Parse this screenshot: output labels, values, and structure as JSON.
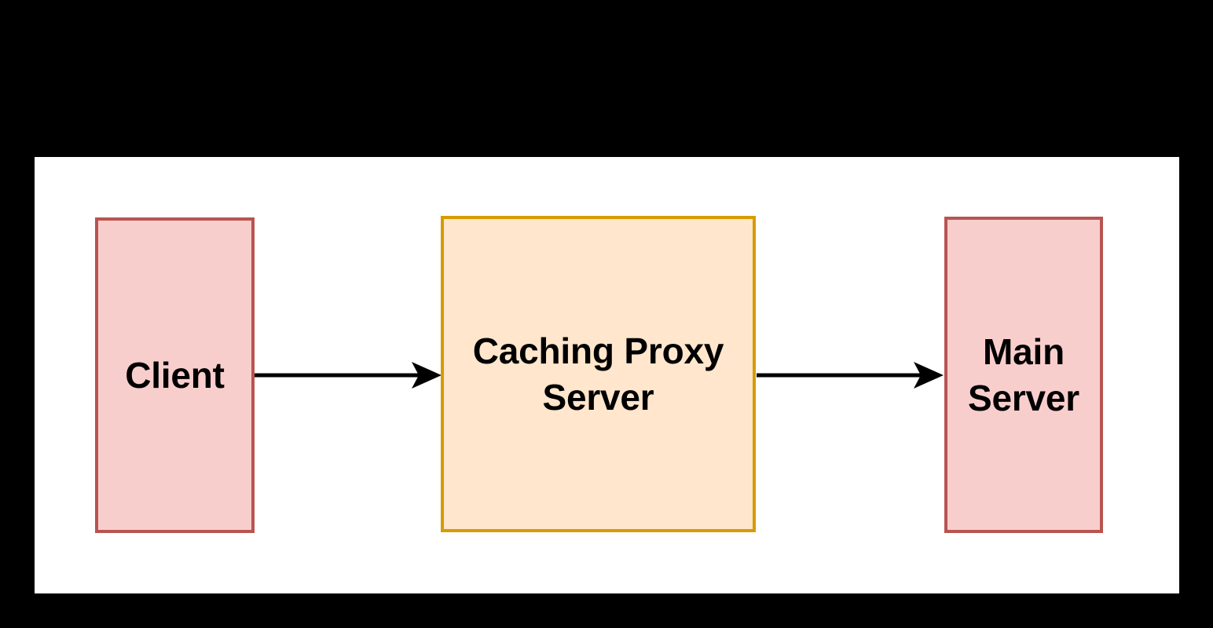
{
  "diagram": {
    "type": "flow-diagram",
    "background_color": "#000000",
    "canvas_color": "#ffffff",
    "nodes": [
      {
        "id": "client",
        "label": "Client",
        "fill_color": "#f8cecc",
        "stroke_color": "#b85450"
      },
      {
        "id": "proxy",
        "label": "Caching Proxy\nServer",
        "fill_color": "#ffe6cc",
        "stroke_color": "#d79b00"
      },
      {
        "id": "main_server",
        "label": "Main\nServer",
        "fill_color": "#f8cecc",
        "stroke_color": "#b85450"
      }
    ],
    "edges": [
      {
        "id": "client-to-proxy",
        "from": "client",
        "to": "proxy",
        "label": "",
        "color": "#000000",
        "arrowhead": "classic"
      },
      {
        "id": "proxy-to-main-server",
        "from": "proxy",
        "to": "main_server",
        "label": "",
        "color": "#000000",
        "arrowhead": "classic"
      }
    ]
  }
}
